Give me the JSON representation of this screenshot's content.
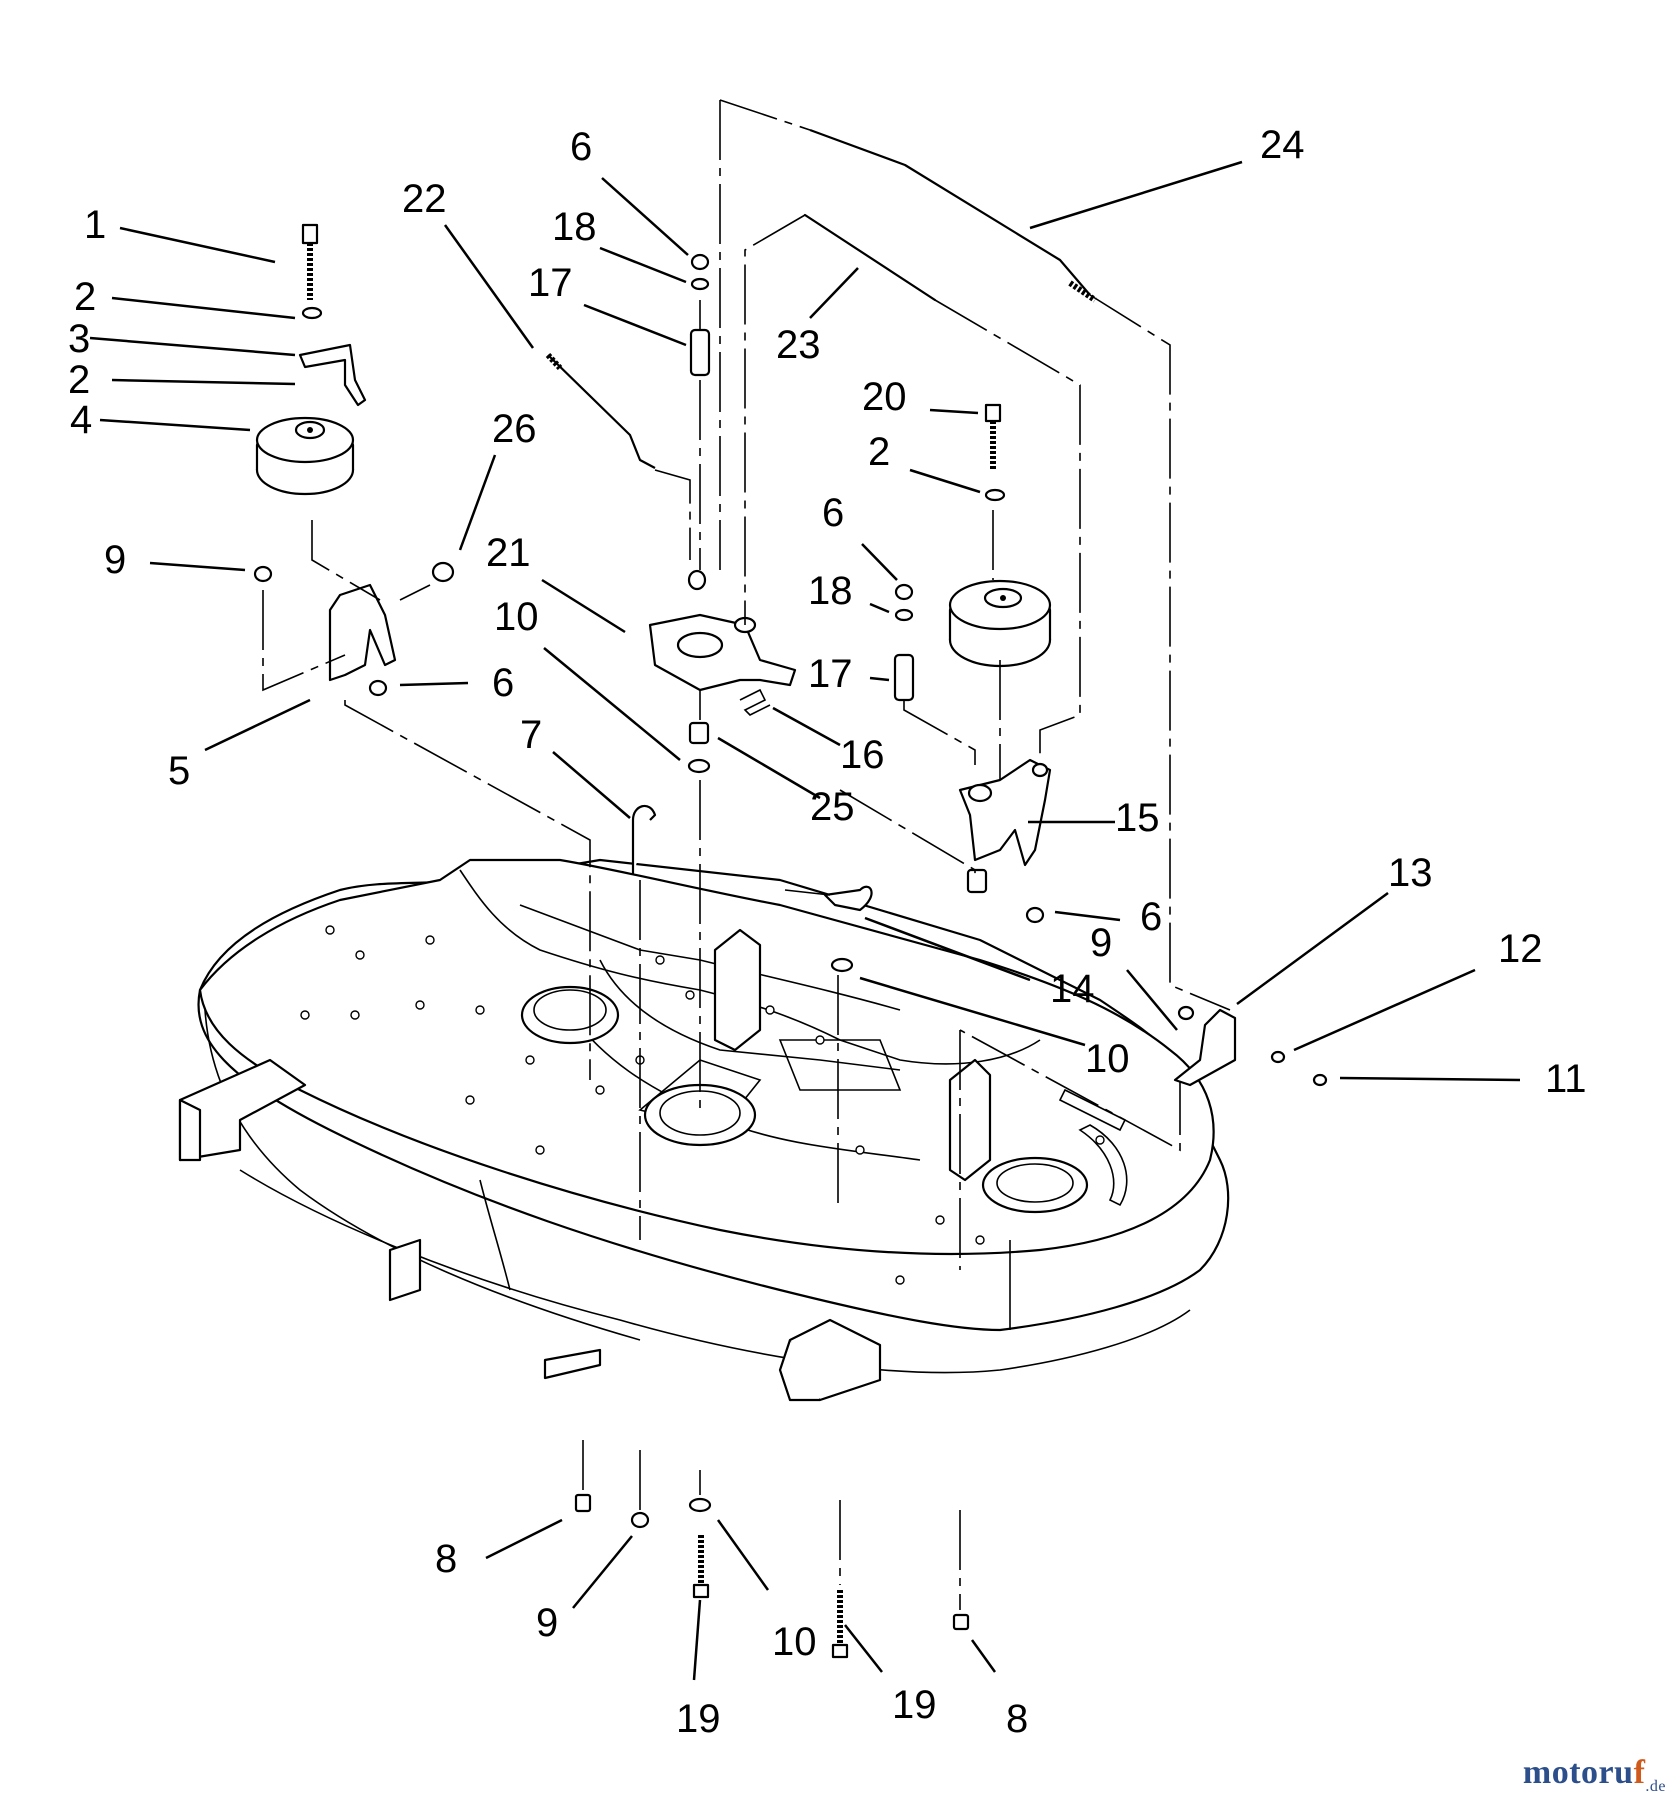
{
  "diagram": {
    "callouts": [
      {
        "id": "c1",
        "text": "1"
      },
      {
        "id": "c2a",
        "text": "2"
      },
      {
        "id": "c3",
        "text": "3"
      },
      {
        "id": "c2b",
        "text": "2"
      },
      {
        "id": "c4",
        "text": "4"
      },
      {
        "id": "c26",
        "text": "26"
      },
      {
        "id": "c9a",
        "text": "9"
      },
      {
        "id": "c6a",
        "text": "6"
      },
      {
        "id": "c5",
        "text": "5"
      },
      {
        "id": "c22",
        "text": "22"
      },
      {
        "id": "c6b",
        "text": "6"
      },
      {
        "id": "c18a",
        "text": "18"
      },
      {
        "id": "c17a",
        "text": "17"
      },
      {
        "id": "c21",
        "text": "21"
      },
      {
        "id": "c10a",
        "text": "10"
      },
      {
        "id": "c7",
        "text": "7"
      },
      {
        "id": "c25",
        "text": "25"
      },
      {
        "id": "c16",
        "text": "16"
      },
      {
        "id": "c23",
        "text": "23"
      },
      {
        "id": "c24",
        "text": "24"
      },
      {
        "id": "c20",
        "text": "20"
      },
      {
        "id": "c2c",
        "text": "2"
      },
      {
        "id": "c6c",
        "text": "6"
      },
      {
        "id": "c18b",
        "text": "18"
      },
      {
        "id": "c17b",
        "text": "17"
      },
      {
        "id": "c15",
        "text": "15"
      },
      {
        "id": "c6d",
        "text": "6"
      },
      {
        "id": "c13",
        "text": "13"
      },
      {
        "id": "c12",
        "text": "12"
      },
      {
        "id": "c11",
        "text": "11"
      },
      {
        "id": "c9b",
        "text": "9"
      },
      {
        "id": "c14",
        "text": "14"
      },
      {
        "id": "c10b",
        "text": "10"
      },
      {
        "id": "c8a",
        "text": "8"
      },
      {
        "id": "c9c",
        "text": "9"
      },
      {
        "id": "c10c",
        "text": "10"
      },
      {
        "id": "c19a",
        "text": "19"
      },
      {
        "id": "c19b",
        "text": "19"
      },
      {
        "id": "c8b",
        "text": "8"
      }
    ]
  },
  "watermark": {
    "main": "motoru",
    "accent": "f",
    "tld": ".de"
  }
}
